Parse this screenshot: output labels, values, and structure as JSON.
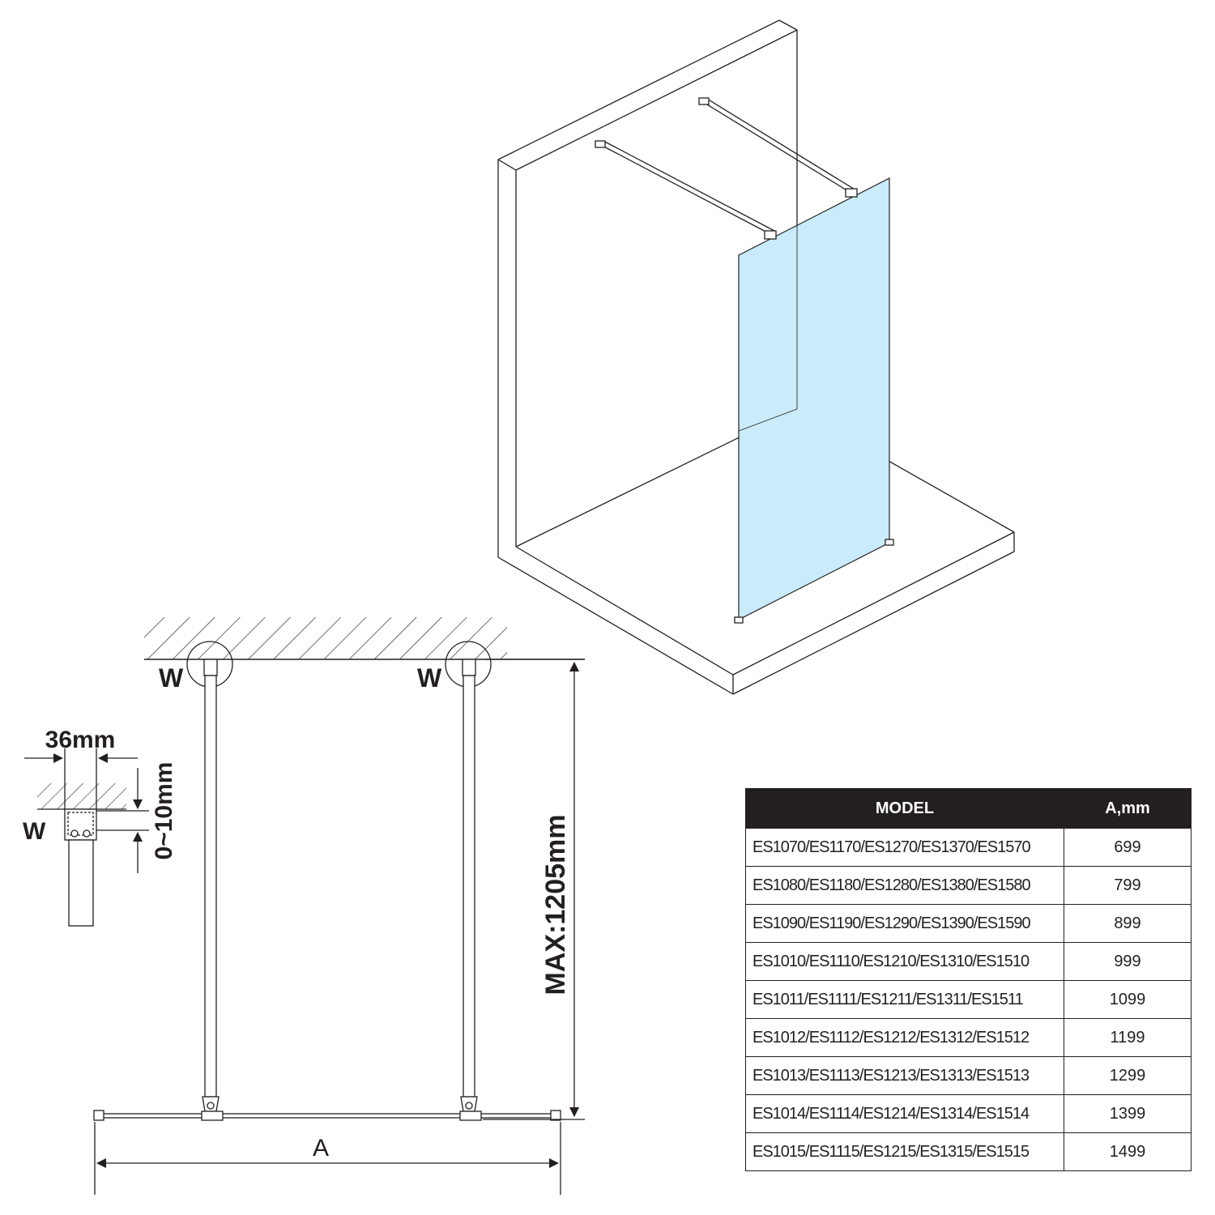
{
  "isometric_view": {
    "glass_color": "#c9ebfa",
    "line_color": "#231f20"
  },
  "plan_view": {
    "wall_label_left": "W",
    "wall_label_right": "W",
    "depth_dimension": "MAX:1205mm",
    "width_dimension": "A"
  },
  "detail_w": {
    "label": "W",
    "bracket_width": "36mm",
    "wall_gap": "0~10mm"
  },
  "table": {
    "headers": [
      "MODEL",
      "A,mm"
    ],
    "rows": [
      {
        "model": "ES1070/ES1170/ES1270/ES1370/ES1570",
        "a": "699"
      },
      {
        "model": "ES1080/ES1180/ES1280/ES1380/ES1580",
        "a": "799"
      },
      {
        "model": "ES1090/ES1190/ES1290/ES1390/ES1590",
        "a": "899"
      },
      {
        "model": "ES1010/ES1110/ES1210/ES1310/ES1510",
        "a": "999"
      },
      {
        "model": "ES1011/ES1111/ES1211/ES1311/ES1511",
        "a": "1099"
      },
      {
        "model": "ES1012/ES1112/ES1212/ES1312/ES1512",
        "a": "1199"
      },
      {
        "model": "ES1013/ES1113/ES1213/ES1313/ES1513",
        "a": "1299"
      },
      {
        "model": "ES1014/ES1114/ES1214/ES1314/ES1514",
        "a": "1399"
      },
      {
        "model": "ES1015/ES1115/ES1215/ES1315/ES1515",
        "a": "1499"
      }
    ]
  }
}
